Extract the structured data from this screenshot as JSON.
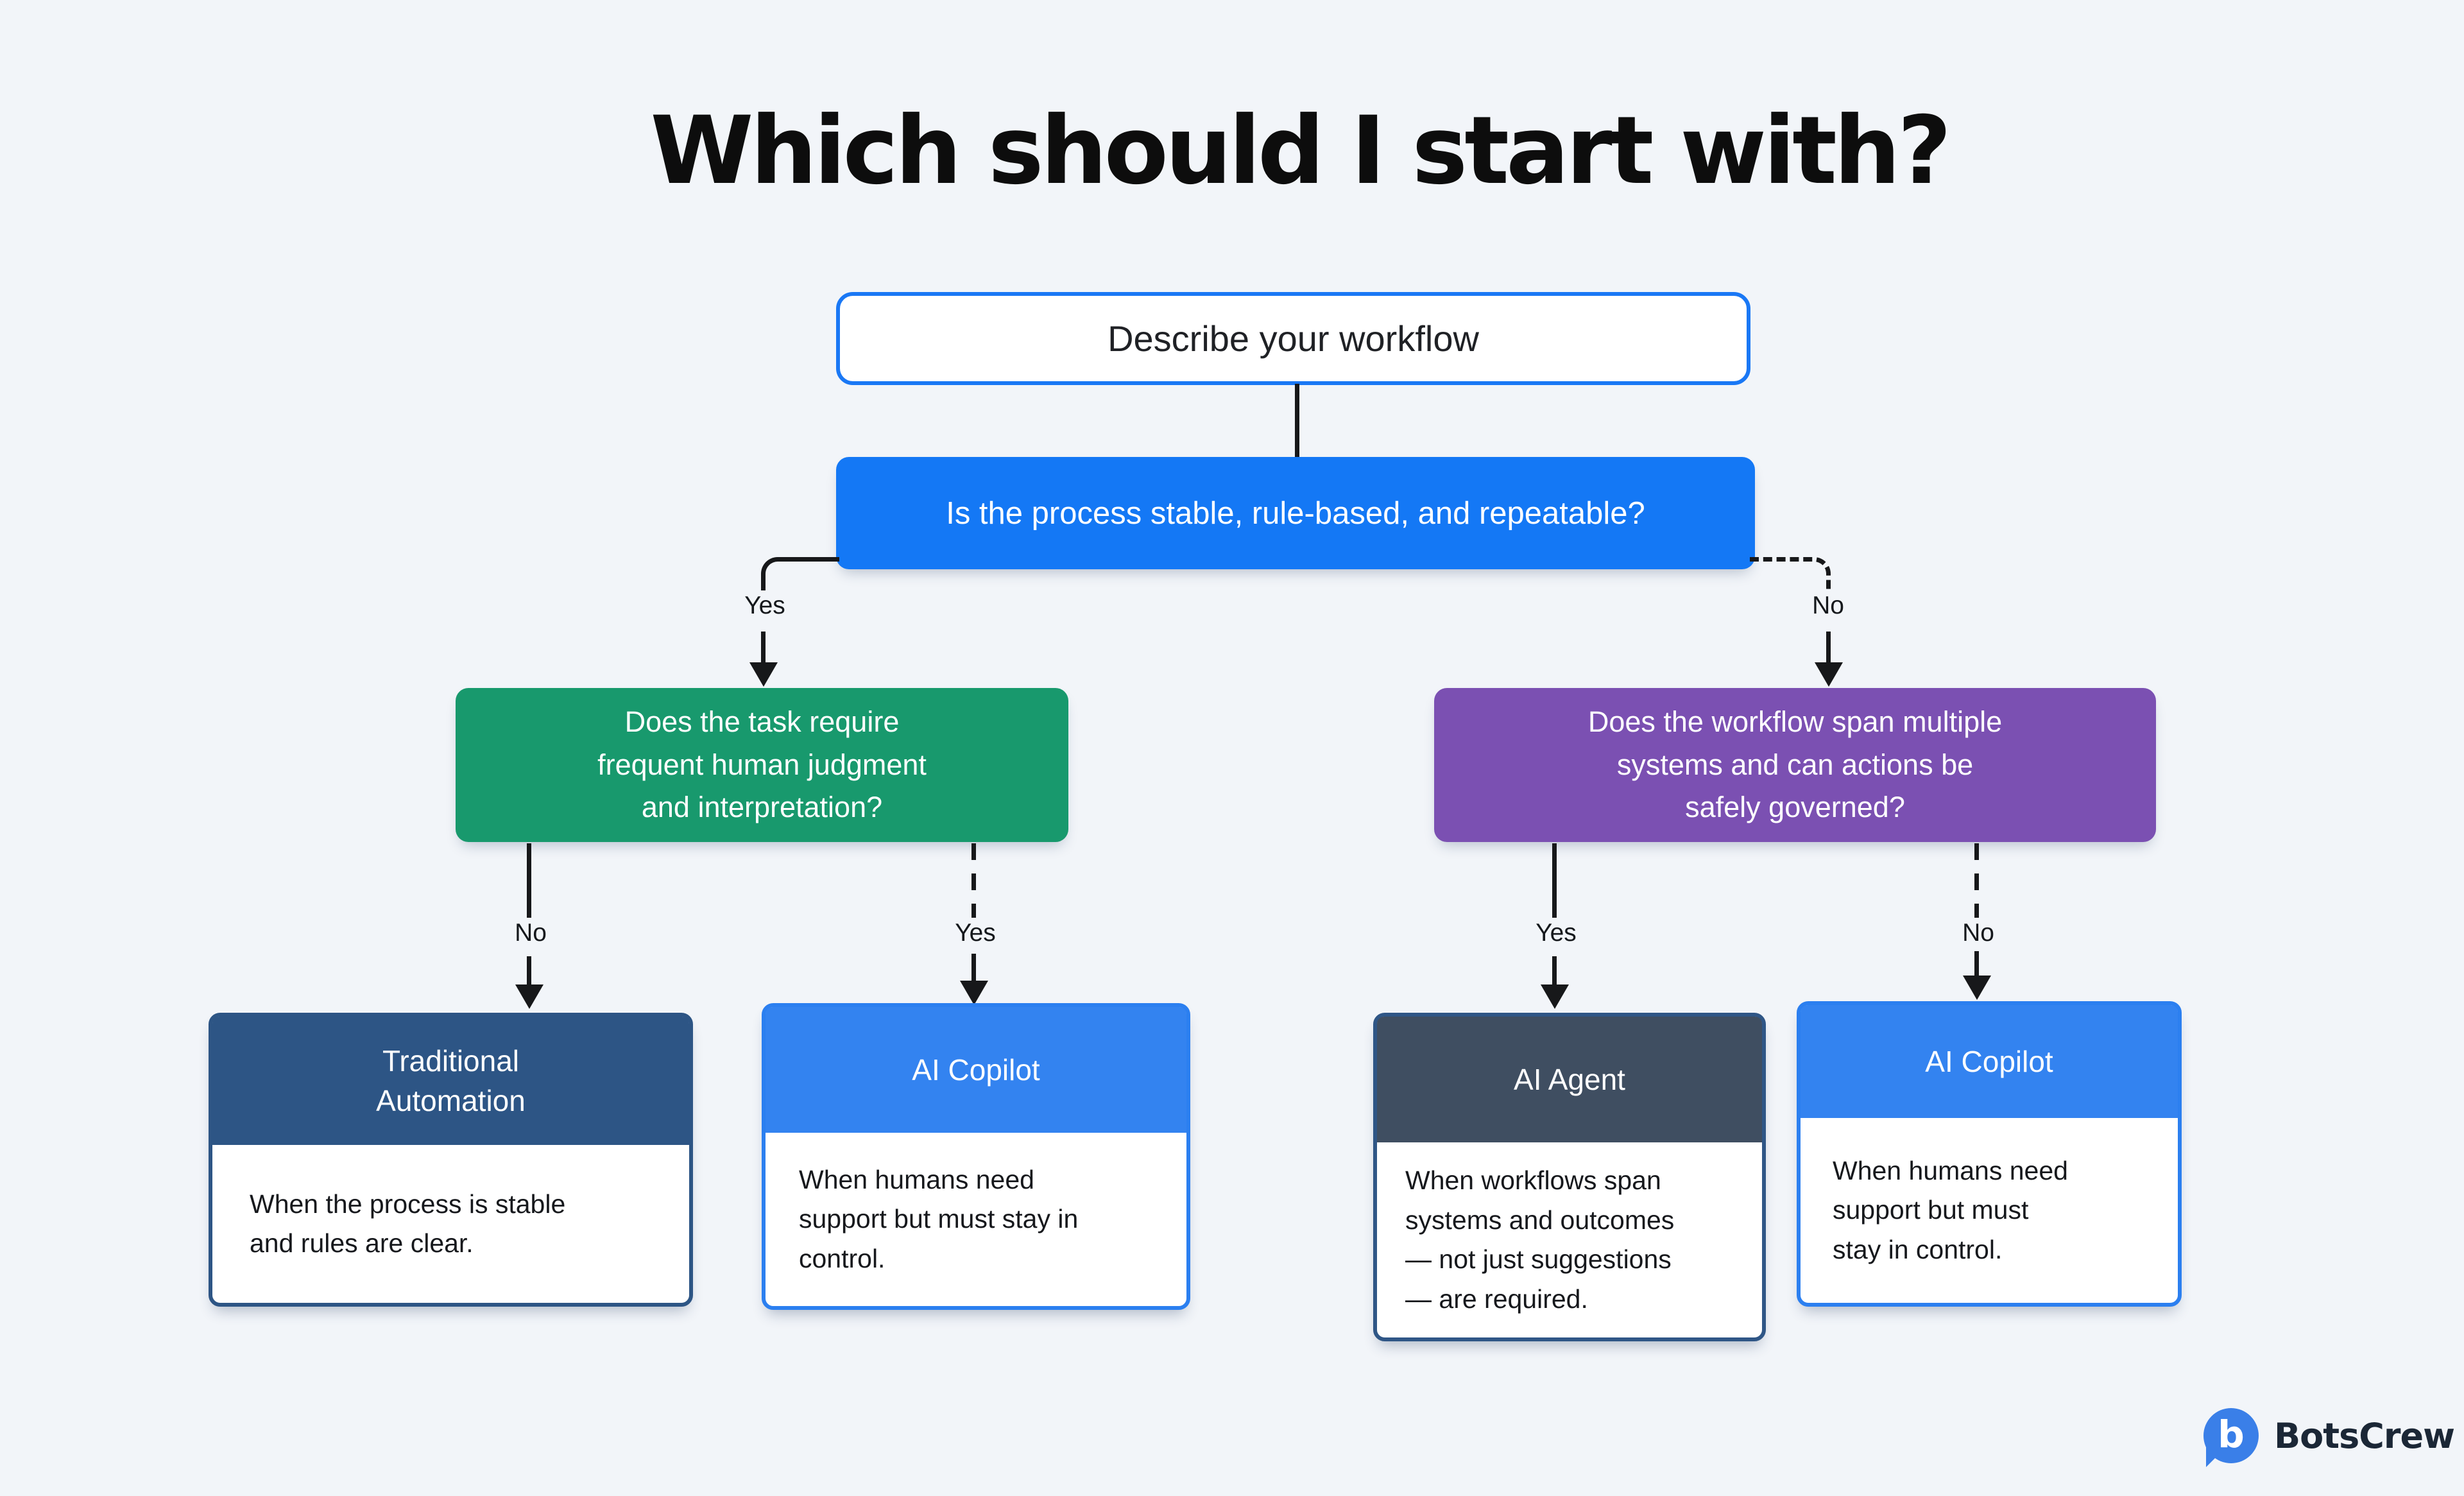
{
  "page": {
    "title": "Which should I start with?",
    "background": "#f2f5f9"
  },
  "colors": {
    "background": "#f2f5f9",
    "connector_line": "#17181a",
    "root_border": "#1a78f5",
    "question1_blue": "#1478f5",
    "question2_green": "#18996d",
    "question3_purple": "#7b50b2",
    "traditional_header": "#2d5585",
    "copilot_header": "#3383f0",
    "copilot_border": "#2b7ff0",
    "agent_header": "#3f4e61",
    "agent_border": "#2f5686",
    "title_text": "#0d0d0d",
    "logo_blue": "#3a7fe8",
    "logo_text_color": "#1b2736"
  },
  "flow": {
    "root": {
      "label": "Describe your workflow"
    },
    "question1": {
      "label": "Is the process stable, rule-based, and repeatable?",
      "color": "#1478f5"
    },
    "question2": {
      "label": "Does the task require\nfrequent human judgment\nand interpretation?",
      "color": "#18996d"
    },
    "question3": {
      "label": "Does the workflow span multiple\nsystems and can actions be\nsafely governed?",
      "color": "#7b50b2"
    },
    "edges": {
      "q1_yes": "Yes",
      "q1_no": "No",
      "q2_no": "No",
      "q2_yes": "Yes",
      "q3_yes": "Yes",
      "q3_no": "No"
    },
    "outcomes": [
      {
        "title": "Traditional\nAutomation",
        "description": "When the process is stable\nand rules are clear.",
        "header_color": "#2d5585"
      },
      {
        "title": "AI Copilot",
        "description": "When humans need\nsupport but must stay in\ncontrol.",
        "header_color": "#3383f0"
      },
      {
        "title": "AI Agent",
        "description": "When workflows span\nsystems and outcomes\n— not just suggestions\n— are required.",
        "header_color": "#3f4e61"
      },
      {
        "title": "AI Copilot",
        "description": "When humans need\nsupport but must\nstay in control.",
        "header_color": "#3383f0"
      }
    ]
  },
  "branding": {
    "name": "BotsCrew",
    "logo_letter": "b",
    "logo_color": "#3a7fe8"
  }
}
